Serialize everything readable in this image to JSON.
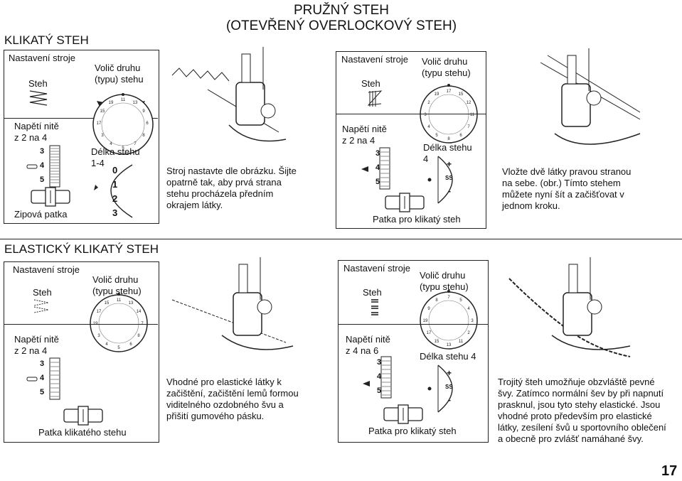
{
  "top": {
    "left_title": "KLIKATÝ STEH",
    "center_title_l1": "PRUŽNÝ STEH",
    "center_title_l2": "(OTEVŘENÝ OVERLOCKOVÝ STEH)"
  },
  "s1": {
    "settings": "Nastavení stroje",
    "steh": "Steh",
    "selector_l1": "Volič druhu",
    "selector_l2": "(typu) stehu",
    "tension_l1": "Napětí nitě",
    "tension_l2": "z 2 na 4",
    "length_l1": "Délka stehu",
    "length_l2": "1-4",
    "foot": "Zipová patka",
    "len_vals": [
      "0",
      "1",
      "2",
      "3"
    ],
    "desc": [
      "Stroj nastavte dle obrázku. Šijte",
      "opatrně tak, aby prvá strana",
      "stehu procházela předním",
      "okrajem látky."
    ]
  },
  "s2": {
    "settings": "Nastavení stroje",
    "steh": "Steh",
    "selector_l1": "Volič druhu",
    "selector_l2": "(typu stehu)",
    "tension_l1": "Napětí nitě",
    "tension_l2": "z 2 na 4",
    "length_l1": "Délka stehu",
    "length_l2": "4",
    "foot": "Patka pro klikatý steh",
    "desc": [
      "Vložte dvě látky pravou stranou",
      "na sebe. (obr.) Tímto stehem",
      "můžete nyní šít a začišťovat v",
      "jednom kroku."
    ]
  },
  "section2": {
    "title": "ELASTICKÝ KLIKATÝ STEH"
  },
  "s3": {
    "settings": "Nastavení stroje",
    "steh": "Steh",
    "selector_l1": "Volič druhu",
    "selector_l2": "(typu stehu)",
    "tension_l1": "Napětí nitě",
    "tension_l2": "z 2 na 4",
    "foot": "Patka klikatého stehu",
    "desc": [
      "Vhodné pro elastické látky k",
      "začištění, začištění lemů formou",
      "viditelného ozdobného švu a",
      "přišití gumového pásku."
    ]
  },
  "s4": {
    "settings": "Nastavení stroje",
    "steh": "Steh",
    "selector_l1": "Volič druhu",
    "selector_l2": "(typu stehu)",
    "tension_l1": "Napětí nitě",
    "tension_l2": "z 4 na 6",
    "length": "Délka stehu 4",
    "foot": "Patka pro klikatý steh",
    "desc": [
      "Trojitý šteh umožňuje obzvláště pevné",
      "švy. Zatímco normální šev by při napnutí",
      "prasknul, jsou tyto stehy elastické. Jsou",
      "vhodné proto především pro elastické",
      "látky, zesílení švů u sportovního oblečení",
      "a obecně pro zvlášť namáhané švy."
    ]
  },
  "scale": {
    "n3": "3",
    "n4": "4",
    "n5": "5",
    "plus": "+",
    "ss": "SS",
    "minus": "-"
  },
  "page_number": "17"
}
